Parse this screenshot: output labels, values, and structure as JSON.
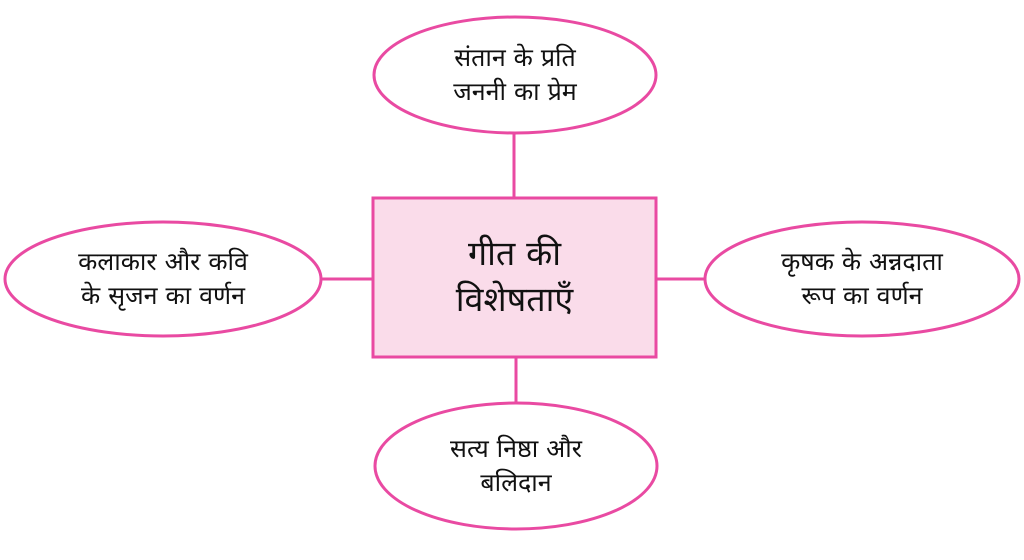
{
  "colors": {
    "stroke": "#e94aa2",
    "center_fill": "#fadcea"
  },
  "center": {
    "line1": "गीत की",
    "line2": "विशेषताएँ"
  },
  "top": {
    "line1": "संतान के प्रति",
    "line2": "जननी का प्रेम"
  },
  "left": {
    "line1": "कलाकार और कवि",
    "line2": "के सृजन का वर्णन"
  },
  "right": {
    "line1": "कृषक के अन्नदाता",
    "line2": "रूप का वर्णन"
  },
  "bottom": {
    "line1": "सत्य निष्ठा और",
    "line2": "बलिदान"
  }
}
